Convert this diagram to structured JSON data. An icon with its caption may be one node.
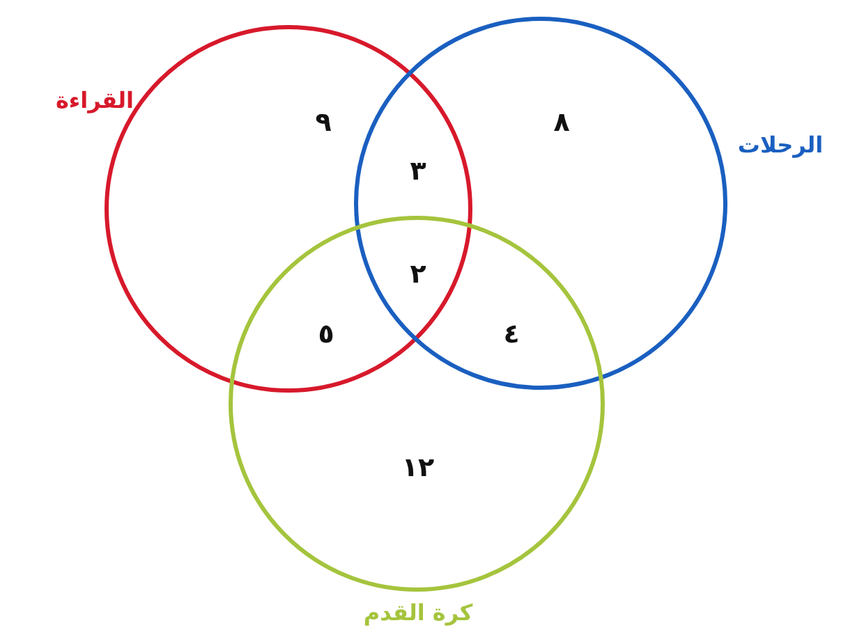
{
  "diagram": {
    "nodes": [
      {
        "text": [
          "القراءة"
        ]
      },
      {
        "text": [
          "الرحلات"
        ]
      },
      {
        "text": [
          "كرة القدم"
        ]
      }
    ],
    "labels": [
      "٩",
      "٨",
      "٣",
      "٢",
      "٥",
      "٤",
      "١٢"
    ]
  }
}
